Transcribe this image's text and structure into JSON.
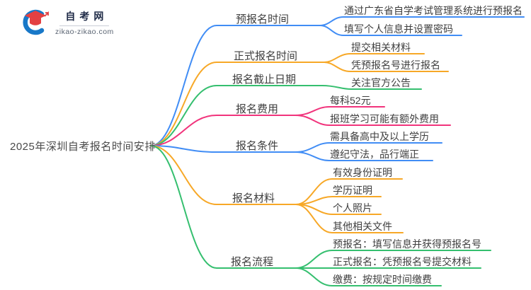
{
  "logo": {
    "site_name": "自考网",
    "site_domain": "zikao-zikao.com"
  },
  "mindmap": {
    "root": "2025年深圳自考报名时间安排",
    "colors": {
      "blue": "#418DF5",
      "orange": "#F7A827",
      "green": "#35BF6F",
      "pink": "#F1347C",
      "logo_blue": "#1878C8",
      "logo_red": "#E34042"
    },
    "branches": [
      {
        "label": "预报名时间",
        "color": "#418DF5",
        "children": [
          "通过广东省自学考试管理系统进行预报名",
          "填写个人信息并设置密码"
        ]
      },
      {
        "label": "正式报名时间",
        "color": "#F7A827",
        "children": [
          "提交相关材料",
          "凭预报名号进行报名"
        ]
      },
      {
        "label": "报名截止日期",
        "color": "#35BF6F",
        "children": [
          "关注官方公告"
        ]
      },
      {
        "label": "报名费用",
        "color": "#F1347C",
        "children": [
          "每科52元",
          "报班学习可能有额外费用"
        ]
      },
      {
        "label": "报名条件",
        "color": "#418DF5",
        "children": [
          "需具备高中及以上学历",
          "遵纪守法，品行端正"
        ]
      },
      {
        "label": "报名材料",
        "color": "#F7A827",
        "children": [
          "有效身份证明",
          "学历证明",
          "个人照片",
          "其他相关文件"
        ]
      },
      {
        "label": "报名流程",
        "color": "#35BF6F",
        "children": [
          "预报名：填写信息并获得预报名号",
          "正式报名：凭预报名号提交材料",
          "缴费：按规定时间缴费"
        ]
      }
    ]
  }
}
